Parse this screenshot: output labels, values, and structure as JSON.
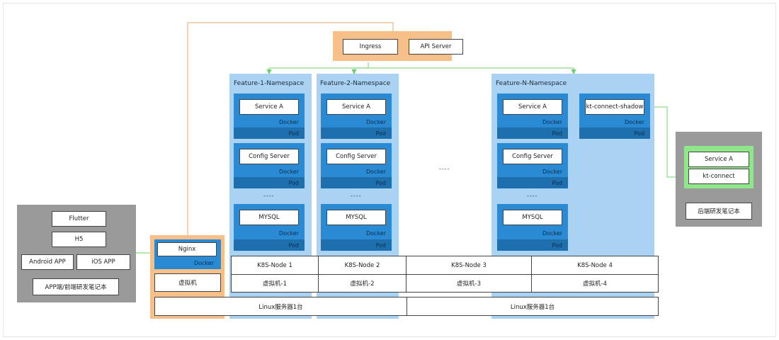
{
  "api": {
    "ingress": "Ingress",
    "apiserver": "API Server"
  },
  "namespaces": {
    "ns1": {
      "title": "Feature-1-Namespace"
    },
    "ns2": {
      "title": "Feature-2-Namespace"
    },
    "nsN": {
      "title": "Feature-N-Namespace"
    }
  },
  "gap_dots": "----",
  "labels": {
    "service_a": "Service A",
    "config_server": "Config Server",
    "mysql": "MYSQL",
    "docker": "Docker",
    "pod": "Pod",
    "dots": "----",
    "shadow": "kt-connect-shadow"
  },
  "client_left": {
    "flutter": "Flutter",
    "h5": "H5",
    "android": "Android APP",
    "ios": "iOS APP",
    "laptop": "APP端/前端研发笔记本"
  },
  "nginx": {
    "name": "Nginx",
    "docker": "Docker",
    "vm": "虚拟机"
  },
  "nodes": [
    "K8S-Node 1",
    "K8S-Node 2",
    "K8S-Node 3",
    "K8S-Node 4"
  ],
  "vms": [
    "虚拟机-1",
    "虚拟机-2",
    "虚拟机-3",
    "虚拟机-4"
  ],
  "servers": [
    "Linux服务器1台",
    "Linux服务器1台"
  ],
  "client_right": {
    "service_a": "Service A",
    "ktconnect": "kt-connect",
    "laptop": "后端研发笔记本"
  },
  "colors": {
    "orange": "#f7c089",
    "namespace": "#a9d2f3",
    "pod": "#1e6fae",
    "docker": "#2a8bd4",
    "gray": "#9a9a9a",
    "green": "#8ee88a",
    "route_orange": "#f3c49a",
    "route_green": "#86dd86"
  }
}
